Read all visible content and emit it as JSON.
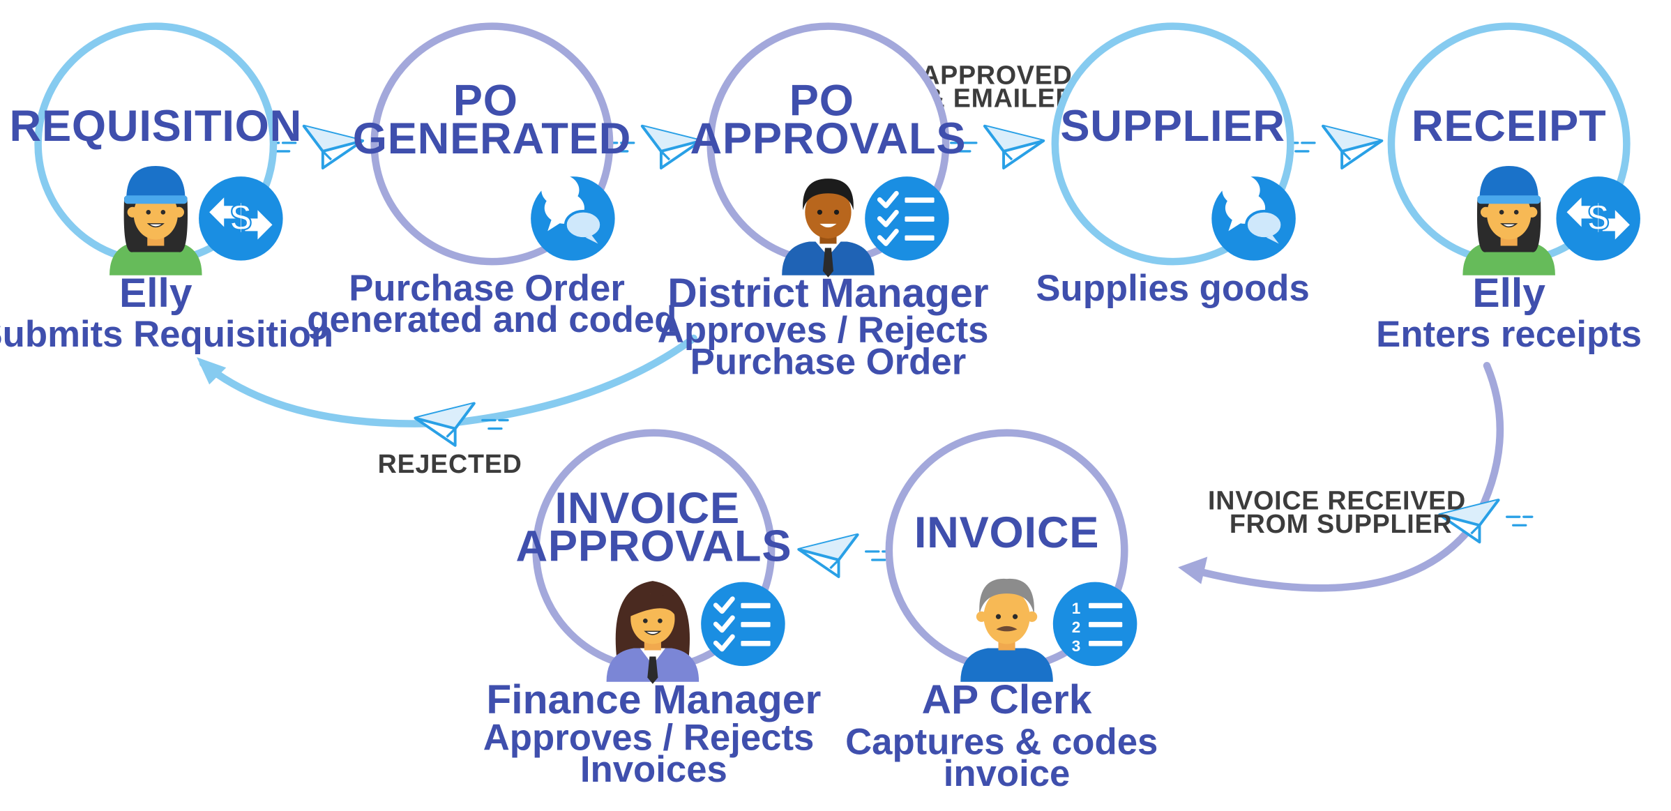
{
  "colors": {
    "light_ring": "#86cbf0",
    "purple_ring": "#a3a8db",
    "text_blue": "#3f4fad",
    "badge": "#1a8ee2",
    "plane": "#29a0e6",
    "edge_text": "#3c3c3c"
  },
  "nodes": {
    "requisition": {
      "title": [
        "REQUISITION"
      ],
      "name": "Elly",
      "desc": [
        "Submits Requisition"
      ],
      "icon": "dollar-exchange-icon",
      "person": "woman-blue-cap-avatar"
    },
    "po_generated": {
      "title": [
        "PO",
        "GENERATED"
      ],
      "name": "",
      "desc": [
        "Purchase Order",
        "generated and coded"
      ],
      "icon": "chat-bubbles-icon"
    },
    "po_approvals": {
      "title": [
        "PO",
        "APPROVALS"
      ],
      "name": "District Manager",
      "desc": [
        "Approves / Rejects",
        "Purchase Order"
      ],
      "icon": "checklist-icon",
      "person": "man-suit-avatar"
    },
    "supplier": {
      "title": [
        "SUPPLIER"
      ],
      "name": "",
      "desc": [
        "Supplies goods"
      ],
      "icon": "chat-bubbles-icon"
    },
    "receipt": {
      "title": [
        "RECEIPT"
      ],
      "name": "Elly",
      "desc": [
        "Enters receipts"
      ],
      "icon": "dollar-exchange-icon",
      "person": "woman-blue-cap-avatar"
    },
    "invoice": {
      "title": [
        "INVOICE"
      ],
      "name": "AP Clerk",
      "desc": [
        "Captures & codes",
        "invoice"
      ],
      "icon": "numbered-list-icon",
      "person": "older-man-avatar"
    },
    "invoice_approvals": {
      "title": [
        "INVOICE",
        "APPROVALS"
      ],
      "name": "Finance Manager",
      "desc": [
        "Approves / Rejects",
        "Invoices"
      ],
      "icon": "checklist-icon",
      "person": "woman-suit-avatar"
    }
  },
  "edges": {
    "approved": [
      "APPROVED",
      "& EMAILED"
    ],
    "rejected": [
      "REJECTED"
    ],
    "invoice_received": [
      "INVOICE RECEIVED",
      "FROM SUPPLIER"
    ]
  }
}
